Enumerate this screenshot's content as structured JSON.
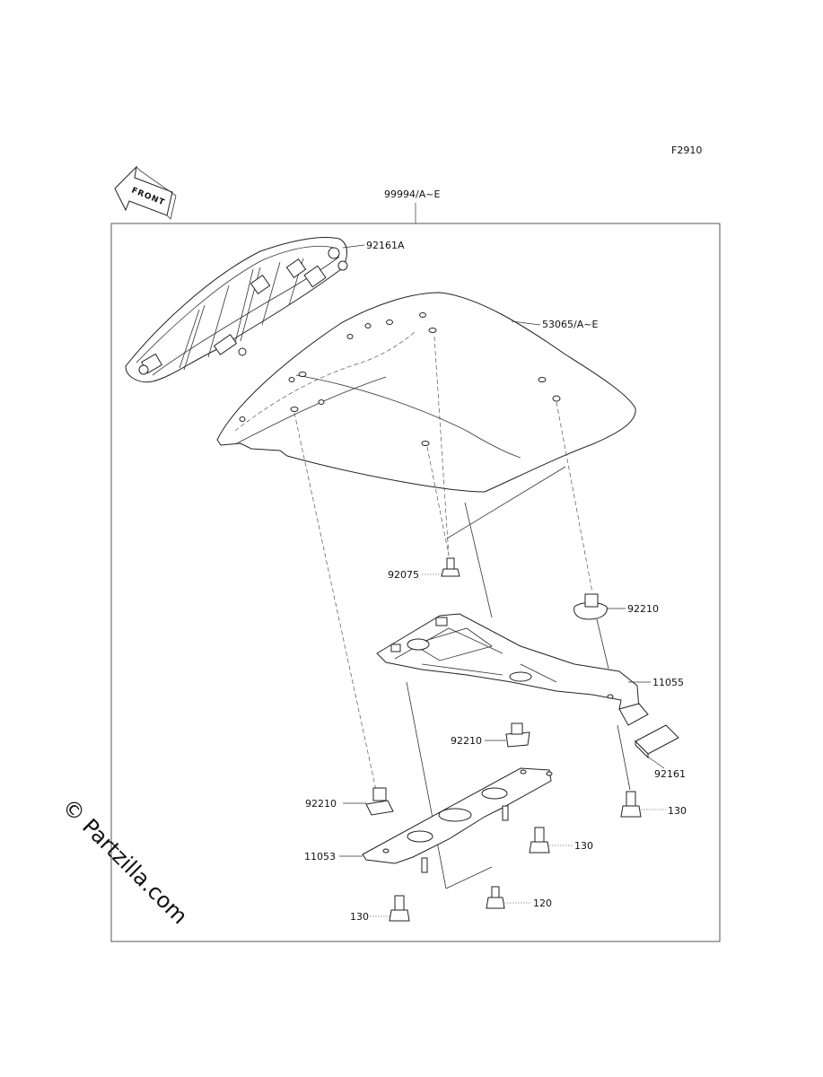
{
  "figure_code": "F2910",
  "front_marker": "FRONT",
  "watermark": "© Partzilla.com",
  "callouts": {
    "assembly": "99994/A~E",
    "seat_cover_top": "92161A",
    "seat_cover": "53065/A~E",
    "bolt_a": "92075",
    "nut_right": "92210",
    "bracket_upper": "11055",
    "nut_center": "92210",
    "damper": "92161",
    "nut_left": "92210",
    "bolt_right": "130",
    "bolt_center": "130",
    "bracket_lower": "11053",
    "screw": "120",
    "bolt_left": "130"
  }
}
